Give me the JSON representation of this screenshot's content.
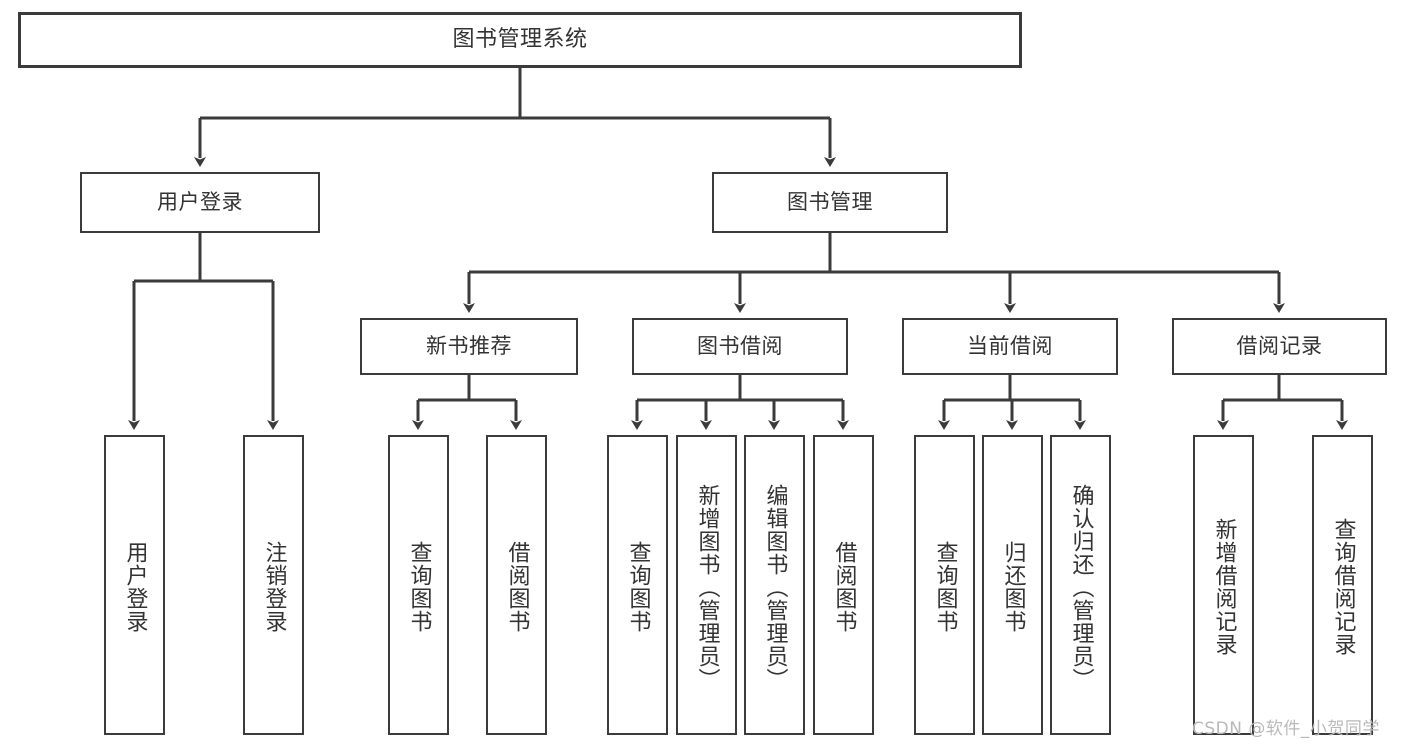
{
  "diagram": {
    "title": "图书管理系统",
    "type": "tree-hierarchy-chart",
    "orientation": "top-down",
    "stroke_color": "#3b3b3b",
    "text_color": "#333333",
    "background_color": "#ffffff",
    "levels": 4
  },
  "nodes": {
    "root": {
      "label": "图书管理系统"
    },
    "level2": [
      {
        "id": "user-login",
        "label": "用户登录"
      },
      {
        "id": "book-manage",
        "label": "图书管理"
      }
    ],
    "level3": [
      {
        "id": "new-book-recommend",
        "label": "新书推荐"
      },
      {
        "id": "book-borrow",
        "label": "图书借阅"
      },
      {
        "id": "current-borrow",
        "label": "当前借阅"
      },
      {
        "id": "borrow-record",
        "label": "借阅记录"
      }
    ],
    "leaves": {
      "user_login": [
        {
          "id": "leaf-user-login",
          "label": "用户登录"
        },
        {
          "id": "leaf-logout",
          "label": "注销登录"
        }
      ],
      "new_book_recommend": [
        {
          "id": "leaf-query-book-1",
          "label": "查询图书"
        },
        {
          "id": "leaf-borrow-book-1",
          "label": "借阅图书"
        }
      ],
      "book_borrow": [
        {
          "id": "leaf-query-book-2",
          "label": "查询图书"
        },
        {
          "id": "leaf-add-book",
          "label": "新增图书（管理员）"
        },
        {
          "id": "leaf-edit-book",
          "label": "编辑图书（管理员）"
        },
        {
          "id": "leaf-borrow-book-2",
          "label": "借阅图书"
        }
      ],
      "current_borrow": [
        {
          "id": "leaf-query-book-3",
          "label": "查询图书"
        },
        {
          "id": "leaf-return-book",
          "label": "归还图书"
        },
        {
          "id": "leaf-confirm-return",
          "label": "确认归还（管理员）"
        }
      ],
      "borrow_record": [
        {
          "id": "leaf-add-record",
          "label": "新增借阅记录"
        },
        {
          "id": "leaf-query-record",
          "label": "查询借阅记录"
        }
      ]
    }
  },
  "watermark": {
    "text": "CSDN @软件_小贺同学"
  }
}
